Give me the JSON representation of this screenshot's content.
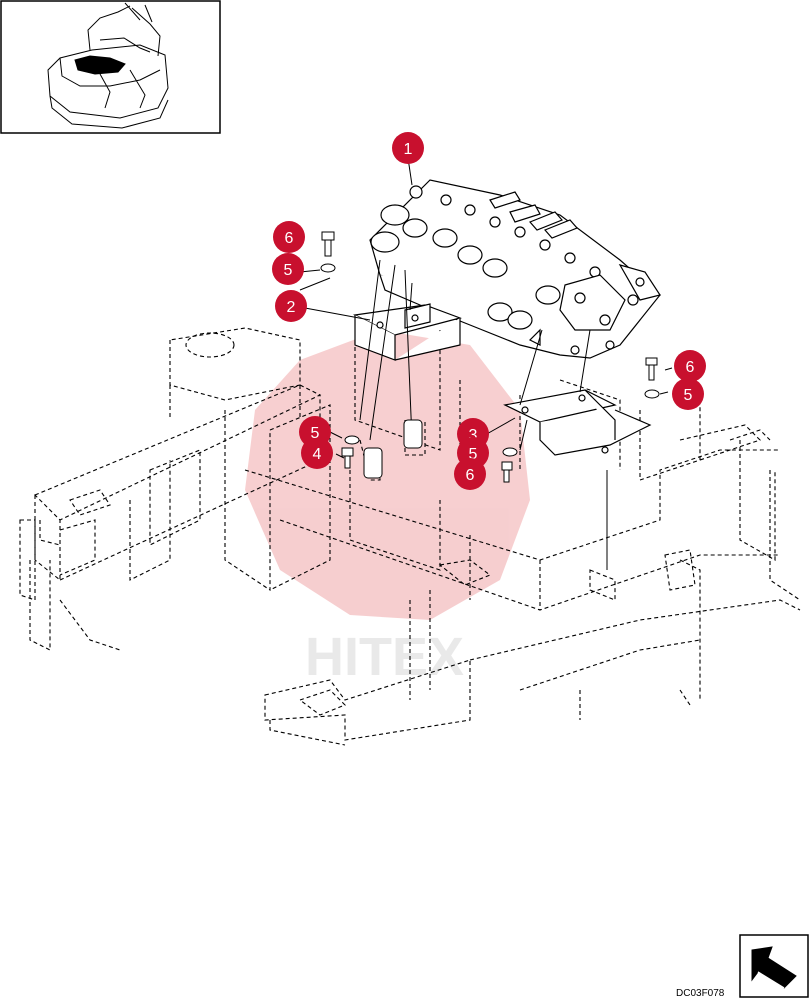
{
  "drawing_code": "DC03F078",
  "watermark_text": "HITEX",
  "colors": {
    "callout_fill": "#c8102e",
    "line": "#000000",
    "watermark_red": "#d9262b",
    "watermark_gray": "#a0a0a0"
  },
  "icons": {
    "locator": "machine-locator-icon",
    "navigation": "view-direction-arrow-icon"
  },
  "callouts": [
    {
      "id": "c1",
      "label": "1"
    },
    {
      "id": "c2",
      "label": "2"
    },
    {
      "id": "c3",
      "label": "3"
    },
    {
      "id": "c4",
      "label": "4"
    },
    {
      "id": "c5a",
      "label": "5"
    },
    {
      "id": "c5b",
      "label": "5"
    },
    {
      "id": "c5c",
      "label": "5"
    },
    {
      "id": "c5d",
      "label": "5"
    },
    {
      "id": "c6a",
      "label": "6"
    },
    {
      "id": "c6b",
      "label": "6"
    },
    {
      "id": "c6c",
      "label": "6"
    }
  ]
}
